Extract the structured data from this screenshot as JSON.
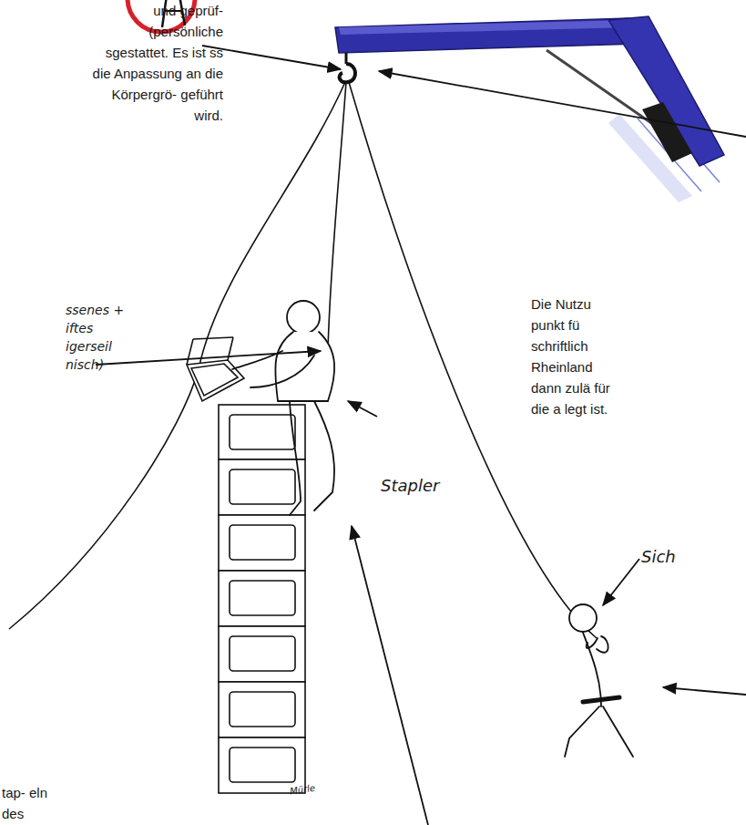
{
  "diagram": {
    "labels": [
      "und geprüf- (persönliche sgestattet. Es ist ss die Anpassung an die Körpergrö- geführt wird.",
      "ssenes + iftes igerseil nisch)",
      "Die Nutzu punkt fü schriftlich Rheinland dann zulä für die a legt ist.",
      "Stapler",
      "Sich",
      "tap- eln des",
      "Mürle"
    ]
  }
}
